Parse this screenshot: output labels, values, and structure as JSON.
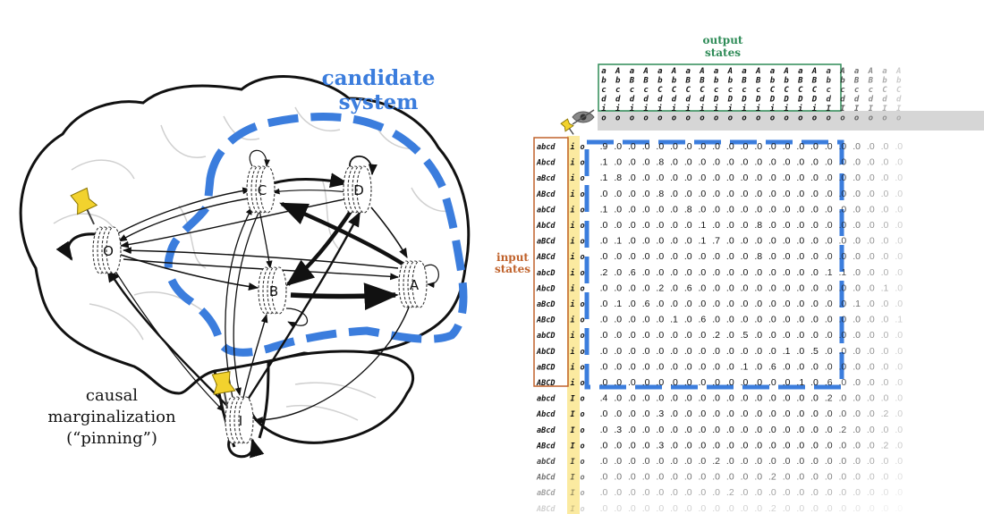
{
  "colors": {
    "candidate": "#3b7ddd",
    "output_box": "#2e8b57",
    "input_box": "#c0622b",
    "pin": "#f2d22e",
    "pin_column": "#fbeaa0",
    "grey_row": "#d6d6d6",
    "ink": "#111111"
  },
  "brain": {
    "candidate_label_1": "candidate",
    "candidate_label_2": "system",
    "pinning_1": "causal",
    "pinning_2": "marginalization",
    "pinning_3": "(“pinning”)",
    "nodes": [
      {
        "id": "O",
        "label": "O"
      },
      {
        "id": "C",
        "label": "C"
      },
      {
        "id": "D",
        "label": "D"
      },
      {
        "id": "B",
        "label": "B"
      },
      {
        "id": "A",
        "label": "A"
      },
      {
        "id": "I",
        "label": "I"
      }
    ]
  },
  "tpm": {
    "output_label_1": "output",
    "output_label_2": "states",
    "input_label_1": "input",
    "input_label_2": "states",
    "eye_icon": "eye-icon",
    "pin_icon": "pushpin-icon",
    "output_header_rows": [
      [
        "a",
        "A",
        "a",
        "A",
        "a",
        "A",
        "a",
        "A",
        "a",
        "A",
        "a",
        "A",
        "a",
        "A",
        "a",
        "A",
        "a",
        "A",
        "a",
        "A",
        "a",
        "A"
      ],
      [
        "b",
        "b",
        "B",
        "B",
        "b",
        "b",
        "B",
        "B",
        "b",
        "b",
        "B",
        "B",
        "b",
        "b",
        "B",
        "B",
        "b",
        "b",
        "B",
        "B",
        "b",
        "b"
      ],
      [
        "c",
        "c",
        "c",
        "c",
        "C",
        "C",
        "C",
        "C",
        "c",
        "c",
        "c",
        "c",
        "C",
        "C",
        "C",
        "C",
        "c",
        "c",
        "c",
        "c",
        "C",
        "C"
      ],
      [
        "d",
        "d",
        "d",
        "d",
        "d",
        "d",
        "d",
        "d",
        "D",
        "D",
        "D",
        "D",
        "D",
        "D",
        "D",
        "D",
        "d",
        "d",
        "d",
        "d",
        "d",
        "d"
      ],
      [
        "i",
        "i",
        "i",
        "i",
        "i",
        "i",
        "i",
        "i",
        "i",
        "i",
        "i",
        "i",
        "i",
        "i",
        "i",
        "i",
        "I",
        "I",
        "I",
        "I",
        "I",
        "I"
      ],
      [
        "o",
        "o",
        "o",
        "o",
        "o",
        "o",
        "o",
        "o",
        "o",
        "o",
        "o",
        "o",
        "o",
        "o",
        "o",
        "o",
        "o",
        "o",
        "o",
        "o",
        "o",
        "o"
      ]
    ],
    "input_rows": [
      [
        "a b c d",
        "i",
        "o"
      ],
      [
        "A b c d",
        "i",
        "o"
      ],
      [
        "a B c d",
        "i",
        "o"
      ],
      [
        "A B c d",
        "i",
        "o"
      ],
      [
        "a b C d",
        "i",
        "o"
      ],
      [
        "A b C d",
        "i",
        "o"
      ],
      [
        "a B C d",
        "i",
        "o"
      ],
      [
        "A B C d",
        "i",
        "o"
      ],
      [
        "a b c D",
        "i",
        "o"
      ],
      [
        "A b c D",
        "i",
        "o"
      ],
      [
        "a B c D",
        "i",
        "o"
      ],
      [
        "A B c D",
        "i",
        "o"
      ],
      [
        "a b C D",
        "i",
        "o"
      ],
      [
        "A b C D",
        "i",
        "o"
      ],
      [
        "a B C D",
        "i",
        "o"
      ],
      [
        "A B C D",
        "i",
        "o"
      ],
      [
        "a b c d",
        "I",
        "o"
      ],
      [
        "A b c d",
        "I",
        "o"
      ],
      [
        "a B c d",
        "I",
        "o"
      ],
      [
        "A B c d",
        "I",
        "o"
      ],
      [
        "a b C d",
        "I",
        "o"
      ],
      [
        "A b C d",
        "I",
        "o"
      ],
      [
        "a B C d",
        "I",
        "o"
      ],
      [
        "A B C d",
        "I",
        "o"
      ]
    ],
    "cells": [
      [
        ".9",
        ".0",
        ".0",
        ".0",
        ".0",
        ".0",
        ".0",
        ".0",
        ".0",
        ".0",
        ".0",
        ".0",
        ".0",
        ".0",
        ".0",
        ".0",
        ".0",
        ".0",
        ".0",
        ".0",
        ".0",
        ".0"
      ],
      [
        ".1",
        ".0",
        ".0",
        ".0",
        ".8",
        ".0",
        ".0",
        ".0",
        ".0",
        ".0",
        ".0",
        ".0",
        ".0",
        ".0",
        ".0",
        ".0",
        ".0",
        ".0",
        ".0",
        ".0",
        ".0",
        ".0"
      ],
      [
        ".1",
        ".8",
        ".0",
        ".0",
        ".0",
        ".0",
        ".0",
        ".0",
        ".0",
        ".0",
        ".0",
        ".0",
        ".0",
        ".0",
        ".0",
        ".0",
        ".0",
        ".0",
        ".0",
        ".0",
        ".0",
        ".0"
      ],
      [
        ".0",
        ".0",
        ".0",
        ".0",
        ".8",
        ".0",
        ".0",
        ".0",
        ".0",
        ".0",
        ".0",
        ".0",
        ".0",
        ".0",
        ".0",
        ".0",
        ".0",
        ".0",
        ".0",
        ".0",
        ".0",
        ".0"
      ],
      [
        ".1",
        ".0",
        ".0",
        ".0",
        ".0",
        ".0",
        ".8",
        ".0",
        ".0",
        ".0",
        ".0",
        ".0",
        ".0",
        ".0",
        ".0",
        ".0",
        ".0",
        ".0",
        ".0",
        ".0",
        ".0",
        ".0"
      ],
      [
        ".0",
        ".0",
        ".0",
        ".0",
        ".0",
        ".0",
        ".0",
        ".1",
        ".0",
        ".0",
        ".0",
        ".8",
        ".0",
        ".0",
        ".0",
        ".0",
        ".0",
        ".0",
        ".0",
        ".0",
        ".0",
        ".0"
      ],
      [
        ".0",
        ".1",
        ".0",
        ".0",
        ".0",
        ".0",
        ".0",
        ".1",
        ".7",
        ".0",
        ".0",
        ".0",
        ".0",
        ".0",
        ".0",
        ".0",
        ".0",
        ".0",
        ".0",
        ".0",
        ".0",
        ".0"
      ],
      [
        ".0",
        ".0",
        ".0",
        ".0",
        ".0",
        ".0",
        ".0",
        ".0",
        ".0",
        ".0",
        ".0",
        ".8",
        ".0",
        ".0",
        ".0",
        ".0",
        ".0",
        ".0",
        ".0",
        ".0",
        ".0",
        ".0"
      ],
      [
        ".2",
        ".0",
        ".6",
        ".0",
        ".0",
        ".0",
        ".0",
        ".0",
        ".0",
        ".0",
        ".0",
        ".0",
        ".0",
        ".0",
        ".0",
        ".0",
        ".1",
        ".1",
        ".0",
        ".0",
        ".0",
        ".0"
      ],
      [
        ".0",
        ".0",
        ".0",
        ".0",
        ".2",
        ".0",
        ".6",
        ".0",
        ".0",
        ".0",
        ".0",
        ".0",
        ".0",
        ".0",
        ".0",
        ".0",
        ".0",
        ".0",
        ".0",
        ".0",
        ".1",
        ".0"
      ],
      [
        ".0",
        ".1",
        ".0",
        ".6",
        ".0",
        ".0",
        ".0",
        ".0",
        ".0",
        ".0",
        ".0",
        ".0",
        ".0",
        ".0",
        ".0",
        ".0",
        ".0",
        ".0",
        ".1",
        ".0",
        ".0",
        ".0"
      ],
      [
        ".0",
        ".0",
        ".0",
        ".0",
        ".0",
        ".1",
        ".0",
        ".6",
        ".0",
        ".0",
        ".0",
        ".0",
        ".0",
        ".0",
        ".0",
        ".0",
        ".0",
        ".0",
        ".0",
        ".0",
        ".0",
        ".1"
      ],
      [
        ".0",
        ".0",
        ".0",
        ".0",
        ".0",
        ".0",
        ".0",
        ".0",
        ".2",
        ".0",
        ".5",
        ".0",
        ".0",
        ".0",
        ".0",
        ".0",
        ".0",
        ".0",
        ".0",
        ".0",
        ".0",
        ".0"
      ],
      [
        ".0",
        ".0",
        ".0",
        ".0",
        ".0",
        ".0",
        ".0",
        ".0",
        ".0",
        ".0",
        ".0",
        ".0",
        ".0",
        ".1",
        ".0",
        ".5",
        ".0",
        ".0",
        ".0",
        ".0",
        ".0",
        ".0"
      ],
      [
        ".0",
        ".0",
        ".0",
        ".0",
        ".0",
        ".0",
        ".0",
        ".0",
        ".0",
        ".0",
        ".1",
        ".0",
        ".6",
        ".0",
        ".0",
        ".0",
        ".0",
        ".0",
        ".0",
        ".0",
        ".0",
        ".0"
      ],
      [
        ".0",
        ".0",
        ".0",
        ".0",
        ".0",
        ".0",
        ".0",
        ".0",
        ".0",
        ".0",
        ".0",
        ".0",
        ".0",
        ".0",
        ".1",
        ".0",
        ".6",
        ".0",
        ".0",
        ".0",
        ".0",
        ".0"
      ],
      [
        ".4",
        ".0",
        ".0",
        ".0",
        ".0",
        ".0",
        ".0",
        ".0",
        ".0",
        ".0",
        ".0",
        ".0",
        ".0",
        ".0",
        ".0",
        ".0",
        ".2",
        ".0",
        ".0",
        ".0",
        ".0",
        ".0"
      ],
      [
        ".0",
        ".0",
        ".0",
        ".0",
        ".3",
        ".0",
        ".0",
        ".0",
        ".0",
        ".0",
        ".0",
        ".0",
        ".0",
        ".0",
        ".0",
        ".0",
        ".0",
        ".0",
        ".0",
        ".0",
        ".2",
        ".0"
      ],
      [
        ".0",
        ".3",
        ".0",
        ".0",
        ".0",
        ".0",
        ".0",
        ".0",
        ".0",
        ".0",
        ".0",
        ".0",
        ".0",
        ".0",
        ".0",
        ".0",
        ".0",
        ".2",
        ".0",
        ".0",
        ".0",
        ".0"
      ],
      [
        ".0",
        ".0",
        ".0",
        ".0",
        ".3",
        ".0",
        ".0",
        ".0",
        ".0",
        ".0",
        ".0",
        ".0",
        ".0",
        ".0",
        ".0",
        ".0",
        ".0",
        ".0",
        ".0",
        ".0",
        ".2",
        ".0"
      ],
      [
        ".0",
        ".0",
        ".0",
        ".0",
        ".0",
        ".0",
        ".0",
        ".0",
        ".2",
        ".0",
        ".0",
        ".0",
        ".0",
        ".0",
        ".0",
        ".0",
        ".0",
        ".0",
        ".0",
        ".0",
        ".0",
        ".0"
      ],
      [
        ".0",
        ".0",
        ".0",
        ".0",
        ".0",
        ".0",
        ".0",
        ".0",
        ".0",
        ".0",
        ".0",
        ".0",
        ".2",
        ".0",
        ".0",
        ".0",
        ".0",
        ".0",
        ".0",
        ".0",
        ".0",
        ".0"
      ],
      [
        ".0",
        ".0",
        ".0",
        ".0",
        ".0",
        ".0",
        ".0",
        ".0",
        ".0",
        ".2",
        ".0",
        ".0",
        ".0",
        ".0",
        ".0",
        ".0",
        ".0",
        ".0",
        ".0",
        ".0",
        ".0",
        ".0"
      ],
      [
        ".0",
        ".0",
        ".0",
        ".0",
        ".0",
        ".0",
        ".0",
        ".0",
        ".0",
        ".0",
        ".0",
        ".0",
        ".2",
        ".0",
        ".0",
        ".0",
        ".0",
        ".0",
        ".0",
        ".0",
        ".0",
        ".0"
      ]
    ]
  }
}
